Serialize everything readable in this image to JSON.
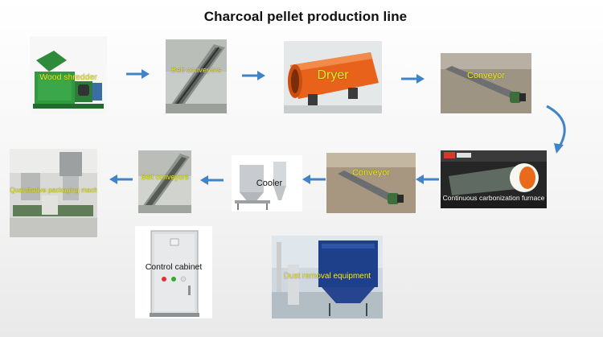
{
  "title": "Charcoal pellet production line",
  "nodes": {
    "wood_shredder": "Wood shredder",
    "belt_conveyors_top": "Belt conveyors",
    "dryer": "Dryer",
    "conveyor_top": "Conveyor",
    "carbonization_furnace": "Continuous carbonization furnace",
    "conveyor_mid": "Conveyor",
    "cooler": "Cooler",
    "belt_conveyors_mid": "Belt conveyors",
    "packaging_machine": "Quantitative packaging machine",
    "control_cabinet": "Control cabinet",
    "dust_removal": "Dust removal equipment"
  },
  "colors": {
    "arrow": "#3f84c6",
    "label_yellow": "#f2f21a",
    "dryer_orange": "#e8621c",
    "machine_green": "#2f8a3a",
    "dust_blue": "#1e3f8a"
  }
}
